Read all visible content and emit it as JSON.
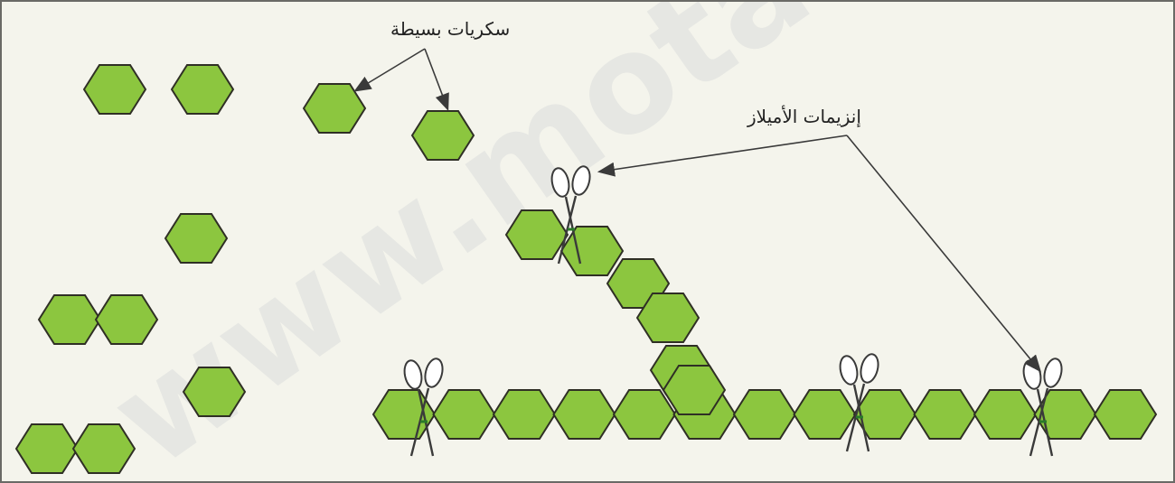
{
  "labels": {
    "simple_sugars": "سكريات بسيطة",
    "amylase_enzymes": "إنزيمات الأميلاز"
  },
  "watermark": "www.motafawe",
  "colors": {
    "sugar_fill": "#8cc63f",
    "sugar_stroke": "#2f2f25",
    "background": "#f4f4ec",
    "arrow": "#3a3a3a"
  },
  "icons": {
    "sugar_unit": "hexagon-icon",
    "enzyme": "scissors-icon"
  }
}
